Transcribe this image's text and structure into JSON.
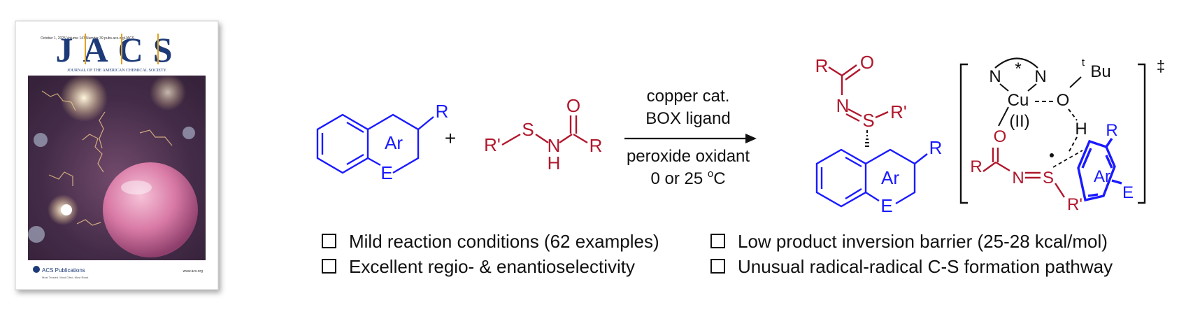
{
  "cover": {
    "logo": "JACS",
    "journal_name": "JOURNAL OF THE AMERICAN CHEMICAL SOCIETY",
    "issue_info": "October 1, 2025 Volume 147 Number 39 pubs.acs.org/JACS",
    "publisher": "ACS Publications",
    "publisher_tagline": "Most Trusted. Most Cited. Most Read.",
    "website": "www.acs.org"
  },
  "reactant1": {
    "ring_label": "Ar",
    "heteroatom": "E",
    "substituent": "R"
  },
  "plus": "+",
  "reactant2": {
    "r_prime": "R'",
    "sulfur": "S",
    "n": "N",
    "h": "H",
    "oxygen": "O",
    "r": "R"
  },
  "conditions": {
    "above": [
      "copper cat.",
      "BOX ligand"
    ],
    "below_1": "peroxide oxidant",
    "below_2": "0 or 25 ",
    "below_sup": "o",
    "below_3": "C"
  },
  "product": {
    "r_acyl": "R",
    "oxygen": "O",
    "n": "N",
    "sulfur": "S",
    "r_prime": "R'",
    "ring_label": "Ar",
    "heteroatom": "E",
    "substituent": "R"
  },
  "ts": {
    "n_left": "N",
    "star": "*",
    "n_right": "N",
    "t_sup": "t",
    "bu": "Bu",
    "cu": "Cu",
    "ox": "(II)",
    "o_cu": "O",
    "h": "H",
    "o_acyl": "O",
    "r_acyl": "R",
    "n": "N",
    "s": "S",
    "r_prime": "R'",
    "ar": "Ar",
    "e": "E",
    "r_ring": "R",
    "dagger": "‡"
  },
  "bullets": [
    "Mild reaction conditions (62 examples)",
    "Low product inversion barrier (25-28 kcal/mol)",
    "Excellent regio- & enantioselectivity",
    "Unusual radical-radical C-S formation pathway"
  ],
  "colors": {
    "blue": "#1a1aff",
    "red": "#b0172c",
    "black": "#111111"
  }
}
